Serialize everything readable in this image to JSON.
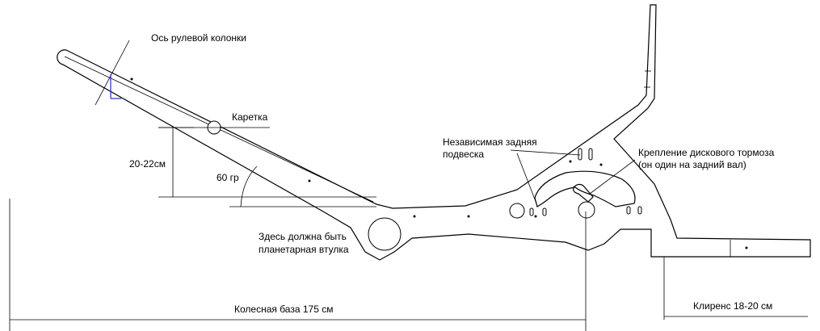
{
  "labels": {
    "steering_axis": "Ось рулевой колонки",
    "carriage": "Каретка",
    "height_range": "20-22см",
    "angle": "60 гр",
    "rear_suspension_line1": "Независимая задняя",
    "rear_suspension_line2": "подвеска",
    "brake_line1": "Крепление дискового тормоза",
    "brake_line2": "(он один на задний вал)",
    "hub_line1": "Здесь должна быть",
    "hub_line2": "планетарная втулка",
    "wheelbase": "Колесная база 175 см",
    "clearance": "Клиренс 18-20 см"
  },
  "colors": {
    "line": "#000000",
    "axis_marker": "#1f2fc8",
    "background": "#ffffff"
  }
}
